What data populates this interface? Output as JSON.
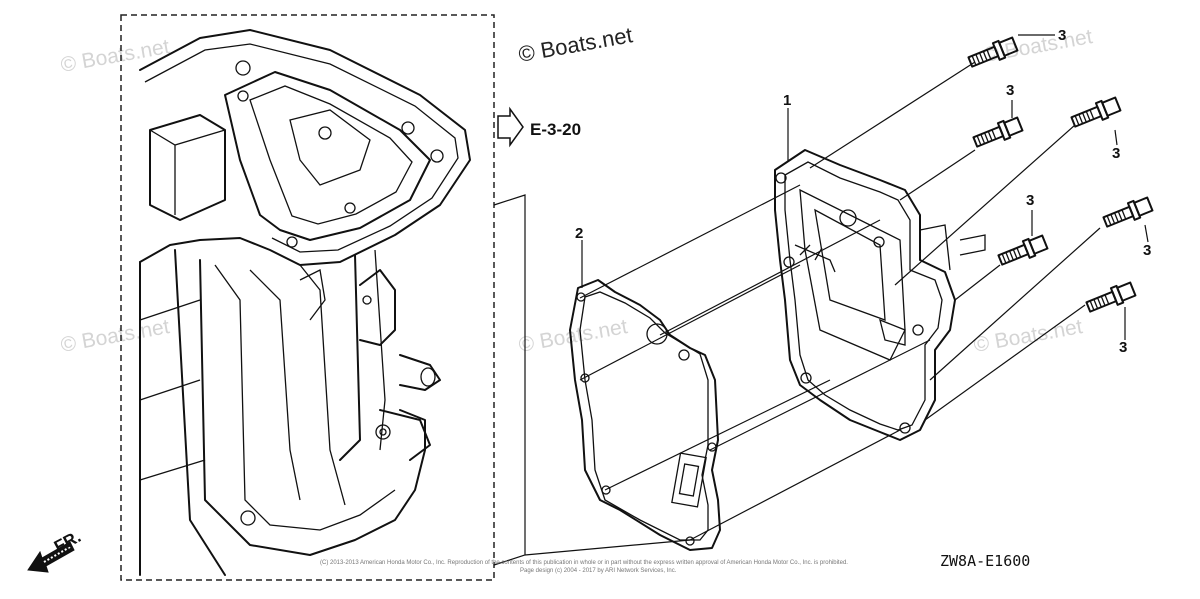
{
  "watermark_main": "© Boats.net",
  "watermark_faint": "© Boats.net",
  "ref_arrow_label": "E-3-20",
  "front_label": "FR.",
  "diagram_code": "ZW8A-E1600",
  "callouts": {
    "gasket_cover": "1",
    "gasket": "2",
    "bolt_a": "3",
    "bolt_b": "3",
    "bolt_c": "3",
    "bolt_d": "3",
    "bolt_e": "3",
    "bolt_f": "3"
  },
  "copyright_line1": "(C) 2013-2013 American Honda Motor Co., Inc. Reproduction of the contents of this publication in whole or in part without the express written approval of American Honda Motor Co., Inc. is prohibited.",
  "copyright_line2": "Page design (c) 2004 - 2017 by ARI Network Services, Inc."
}
